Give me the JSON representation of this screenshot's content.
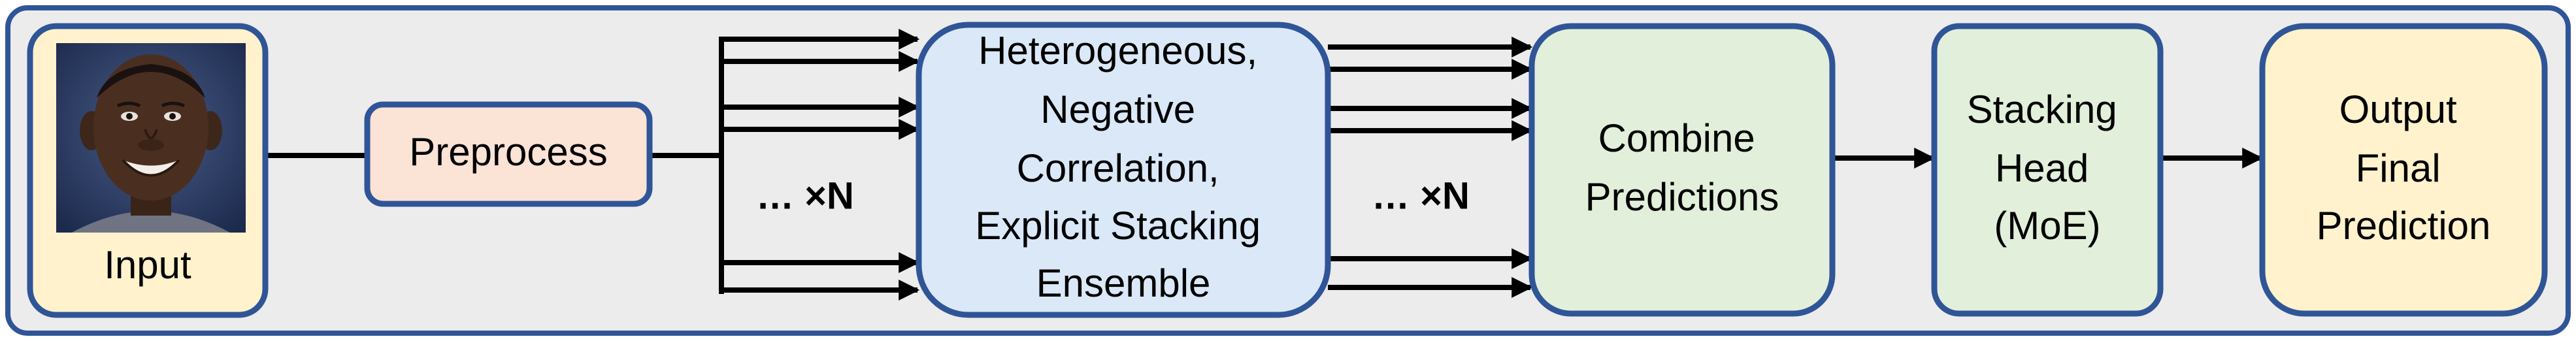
{
  "colors": {
    "frame_fill": "#ececec",
    "frame_stroke": "#2f5597",
    "node_stroke": "#2f5597",
    "input_fill": "#fff2cc",
    "preprocess_fill": "#fbe3d6",
    "ensemble_fill": "#dae8f7",
    "combine_fill": "#e2efda",
    "stacking_fill": "#e2efda",
    "output_fill": "#fff2cc",
    "arrow": "#000000"
  },
  "nodes": {
    "input": {
      "label": "Input",
      "image": "face-photo"
    },
    "preprocess": {
      "label": "Preprocess"
    },
    "ensemble": {
      "lines": [
        "Heterogeneous,",
        "Negative",
        "Correlation,",
        "Explicit Stacking",
        "Ensemble"
      ]
    },
    "combine": {
      "lines": [
        "Combine",
        "Predictions"
      ]
    },
    "stacking": {
      "lines": [
        "Stacking",
        "Head",
        "(MoE)"
      ]
    },
    "output": {
      "lines": [
        "Output",
        "Final",
        "Prediction"
      ]
    }
  },
  "multipliers": {
    "fan_out": "… ×N",
    "fan_in": "… ×N"
  }
}
